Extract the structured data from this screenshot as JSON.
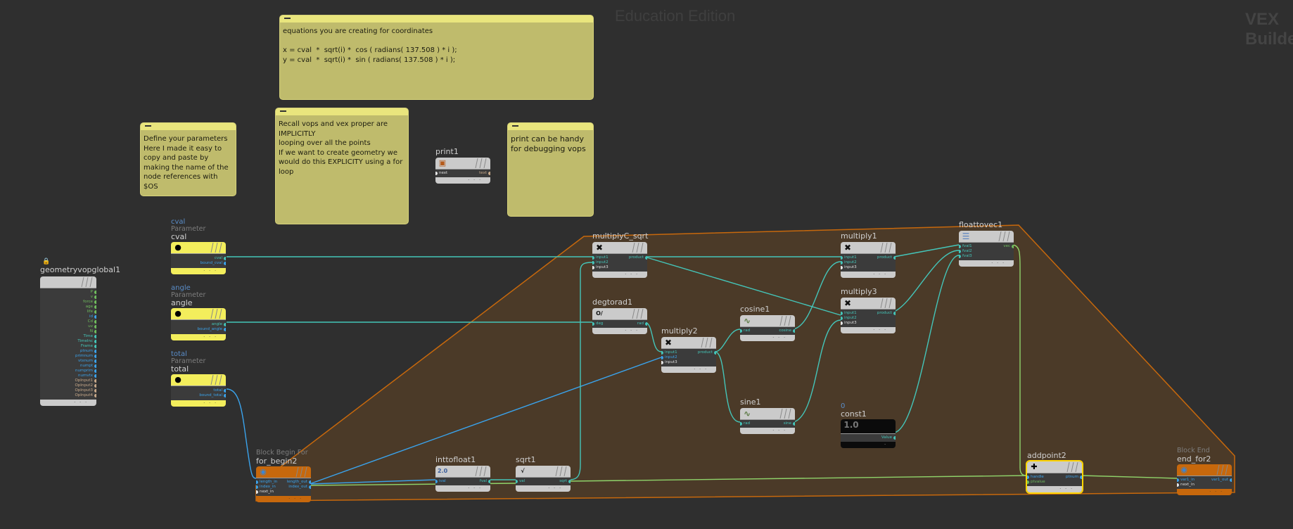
{
  "watermarks": {
    "edition": "Education Edition",
    "context": "VEX Builder"
  },
  "stickies": [
    {
      "id": "equations",
      "text": "equations you are creating for coordinates\n\nx = cval  *  sqrt(i) *  cos ( radians( 137.508 ) * i );\ny = cval  *  sqrt(i) *  sin ( radians( 137.508 ) * i );"
    },
    {
      "id": "params",
      "text": "Define your parameters\nHere I made it easy to copy and paste by making the name of the node references with $OS"
    },
    {
      "id": "recall",
      "text": "Recall vops and vex proper are IMPLICITLY\nlooping over all the points\nIf we want to create geometry we would do this EXPLICITY using a for loop"
    },
    {
      "id": "print",
      "text": "print can be handy for debugging vops"
    }
  ],
  "colors": {
    "wire_teal": "#44c5b9",
    "wire_blue": "#3aa3ec",
    "wire_green": "#8fd36a",
    "block_fill": "#4d3b28",
    "block_edge": "#c7680c",
    "selection": "#ffd500"
  },
  "nodes": {
    "globals": {
      "name": "geometryvopglobal1",
      "outputs": [
        "P",
        "v",
        "force",
        "age",
        "life",
        "id",
        "Cd",
        "uv",
        "N",
        "Time",
        "TimeInc",
        "Frame",
        "ptnum",
        "primnum",
        "vtxnum",
        "numpt",
        "numprim",
        "numvtx",
        "OpInput1",
        "OpInput2",
        "OpInput3",
        "OpInput4"
      ]
    },
    "cval": {
      "comment": "cval",
      "type": "Parameter",
      "name": "cval",
      "outputs": [
        "cval",
        "bound_cval"
      ]
    },
    "angle": {
      "comment": "angle",
      "type": "Parameter",
      "name": "angle",
      "outputs": [
        "angle",
        "bound_angle"
      ]
    },
    "total": {
      "comment": "total",
      "type": "Parameter",
      "name": "total",
      "outputs": [
        "total",
        "bound_total"
      ]
    },
    "print1": {
      "name": "print1",
      "inputs": [
        "next"
      ],
      "outputs": [
        "text"
      ]
    },
    "multiplyC_sqrt": {
      "name": "multiplyC_sqrt",
      "inputs": [
        "input1",
        "input2",
        "input3"
      ],
      "outputs": [
        "product"
      ]
    },
    "degtorad1": {
      "name": "degtorad1",
      "icon_text": "O/π",
      "inputs": [
        "deg"
      ],
      "outputs": [
        "rad"
      ]
    },
    "multiply2": {
      "name": "multiply2",
      "inputs": [
        "input1",
        "input2",
        "input3"
      ],
      "outputs": [
        "product"
      ]
    },
    "cosine1": {
      "name": "cosine1",
      "inputs": [
        "rad"
      ],
      "outputs": [
        "cosine"
      ]
    },
    "sine1": {
      "name": "sine1",
      "inputs": [
        "rad"
      ],
      "outputs": [
        "sine"
      ]
    },
    "multiply1": {
      "name": "multiply1",
      "inputs": [
        "input1",
        "input2",
        "input3"
      ],
      "outputs": [
        "product"
      ]
    },
    "multiply3": {
      "name": "multiply3",
      "inputs": [
        "input1",
        "input2",
        "input3"
      ],
      "outputs": [
        "product"
      ]
    },
    "floattovec1": {
      "name": "floattovec1",
      "inputs": [
        "fval1",
        "fval2",
        "fval3"
      ],
      "outputs": [
        "vec"
      ]
    },
    "const1": {
      "comment": "0",
      "name": "const1",
      "value": "1.0",
      "outputs": [
        "Value"
      ]
    },
    "for_begin2": {
      "type": "Block Begin For",
      "name": "for_begin2",
      "inputs": [
        "length_in",
        "index_in",
        "next_in"
      ],
      "outputs": [
        "length_out",
        "index_out"
      ]
    },
    "inttofloat1": {
      "name": "inttofloat1",
      "icon_text": "2.0",
      "inputs": [
        "ival"
      ],
      "outputs": [
        "fval"
      ]
    },
    "sqrt1": {
      "name": "sqrt1",
      "icon_text": "√",
      "inputs": [
        "val"
      ],
      "outputs": [
        "sqrt"
      ]
    },
    "addpoint2": {
      "name": "addpoint2",
      "inputs": [
        "handle",
        "ptvalue"
      ],
      "outputs": [
        "ptnum"
      ]
    },
    "end_for2": {
      "type": "Block End",
      "name": "end_for2",
      "inputs": [
        "var1_in",
        "next_in"
      ],
      "outputs": [
        "var1_out"
      ]
    }
  }
}
